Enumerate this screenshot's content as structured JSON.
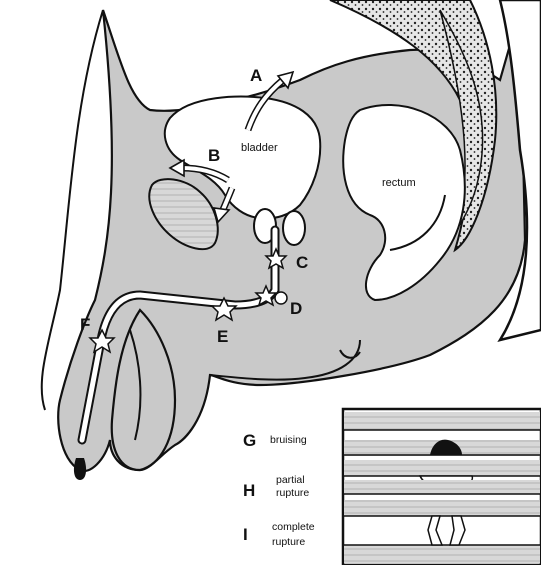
{
  "labels": {
    "bladder": "bladder",
    "rectum": "rectum",
    "A": "A",
    "B": "B",
    "C": "C",
    "D": "D",
    "E": "E",
    "F": "F"
  },
  "legend": {
    "items": [
      {
        "letter": "G",
        "text_lines": [
          "bruising"
        ]
      },
      {
        "letter": "H",
        "text_lines": [
          "partial",
          "rupture"
        ]
      },
      {
        "letter": "I",
        "text_lines": [
          "complete",
          "rupture"
        ]
      }
    ]
  },
  "colors": {
    "tissue": "#c9c9c9",
    "outline": "#111111",
    "background": "#ffffff"
  }
}
